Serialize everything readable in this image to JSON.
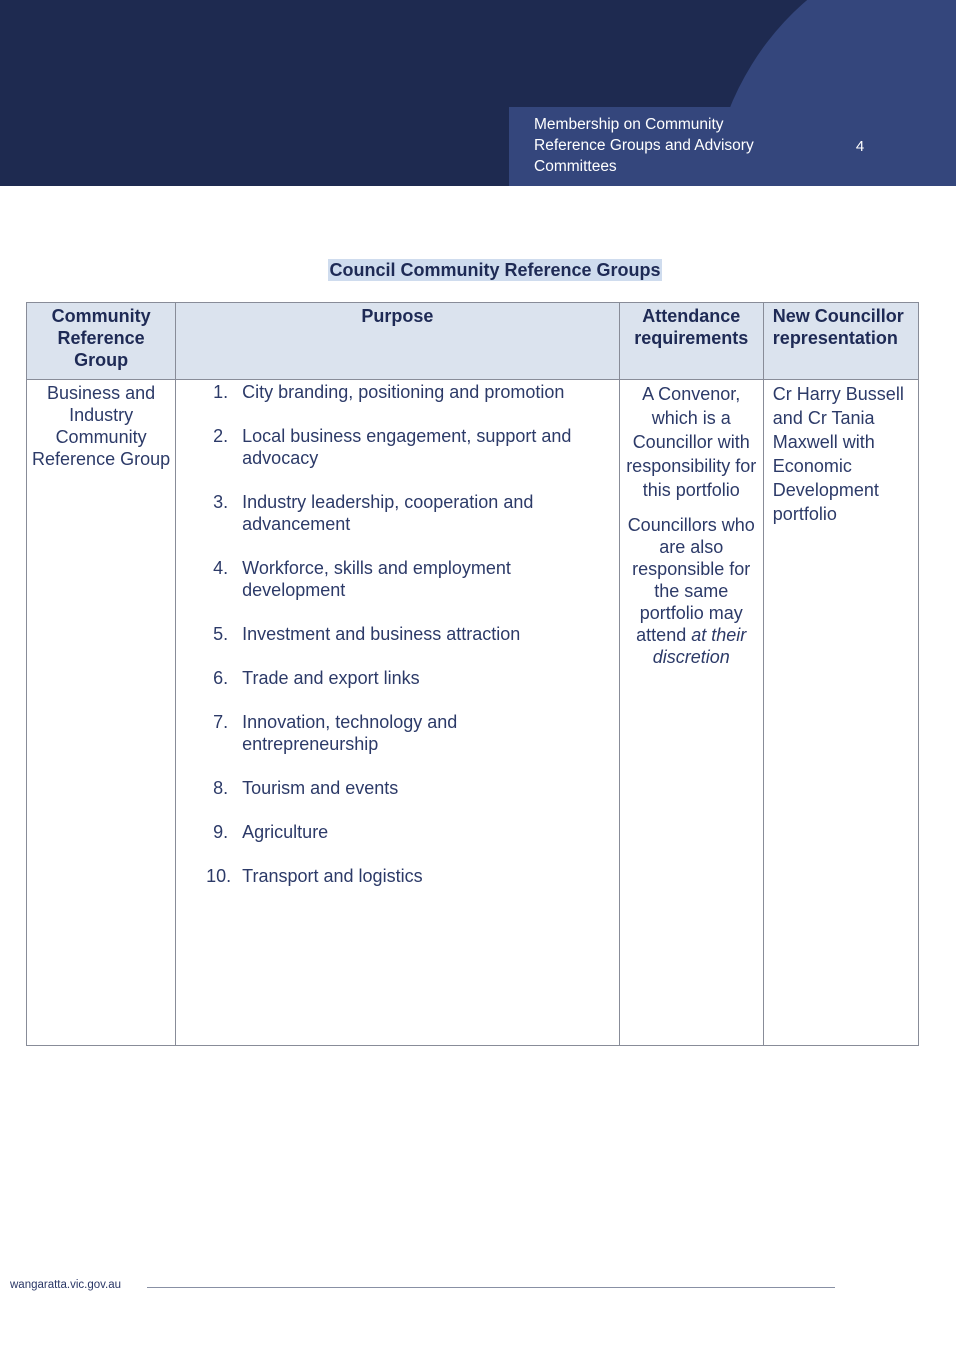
{
  "header": {
    "doc_title": "Membership  on  Community Reference Groups and Advisory Committees",
    "page_number": "4"
  },
  "section": {
    "title": "Council Community Reference Groups"
  },
  "table": {
    "headers": [
      "Community Reference Group",
      "Purpose",
      "Attendance requirements",
      "New Councillor representation"
    ],
    "row": {
      "group": "Business and Industry Community Reference Group",
      "purposes": [
        {
          "num": "1.",
          "text": "City branding, positioning and promotion"
        },
        {
          "num": "2.",
          "text": "Local business engagement, support and advocacy"
        },
        {
          "num": "3.",
          "text": "Industry leadership, cooperation and advancement"
        },
        {
          "num": "4.",
          "text": "Workforce, skills and employment development"
        },
        {
          "num": "5.",
          "text": "Investment and business attraction"
        },
        {
          "num": "6.",
          "text": "Trade and export links"
        },
        {
          "num": "7.",
          "text": "Innovation, technology and entrepreneurship"
        },
        {
          "num": "8.",
          "text": "Tourism and events"
        },
        {
          "num": "9.",
          "text": "Agriculture"
        },
        {
          "num": "10.",
          "text": "Transport and logistics"
        }
      ],
      "attendance_1": "A Convenor, which is a Councillor with responsibility for this portfolio",
      "attendance_2_lead": "Councillors who are also responsible for the same portfolio may attend ",
      "attendance_2_italic": "at their discretion",
      "representation": "Cr Harry Bussell and Cr Tania Maxwell with Economic Development portfolio"
    }
  },
  "footer": {
    "url": "wangaratta.vic.gov.au"
  },
  "colors": {
    "header_dark": "#1e2a50",
    "header_accent": "#34467c",
    "table_header_bg": "#dbe3ee",
    "title_highlight": "#cfdcee"
  }
}
